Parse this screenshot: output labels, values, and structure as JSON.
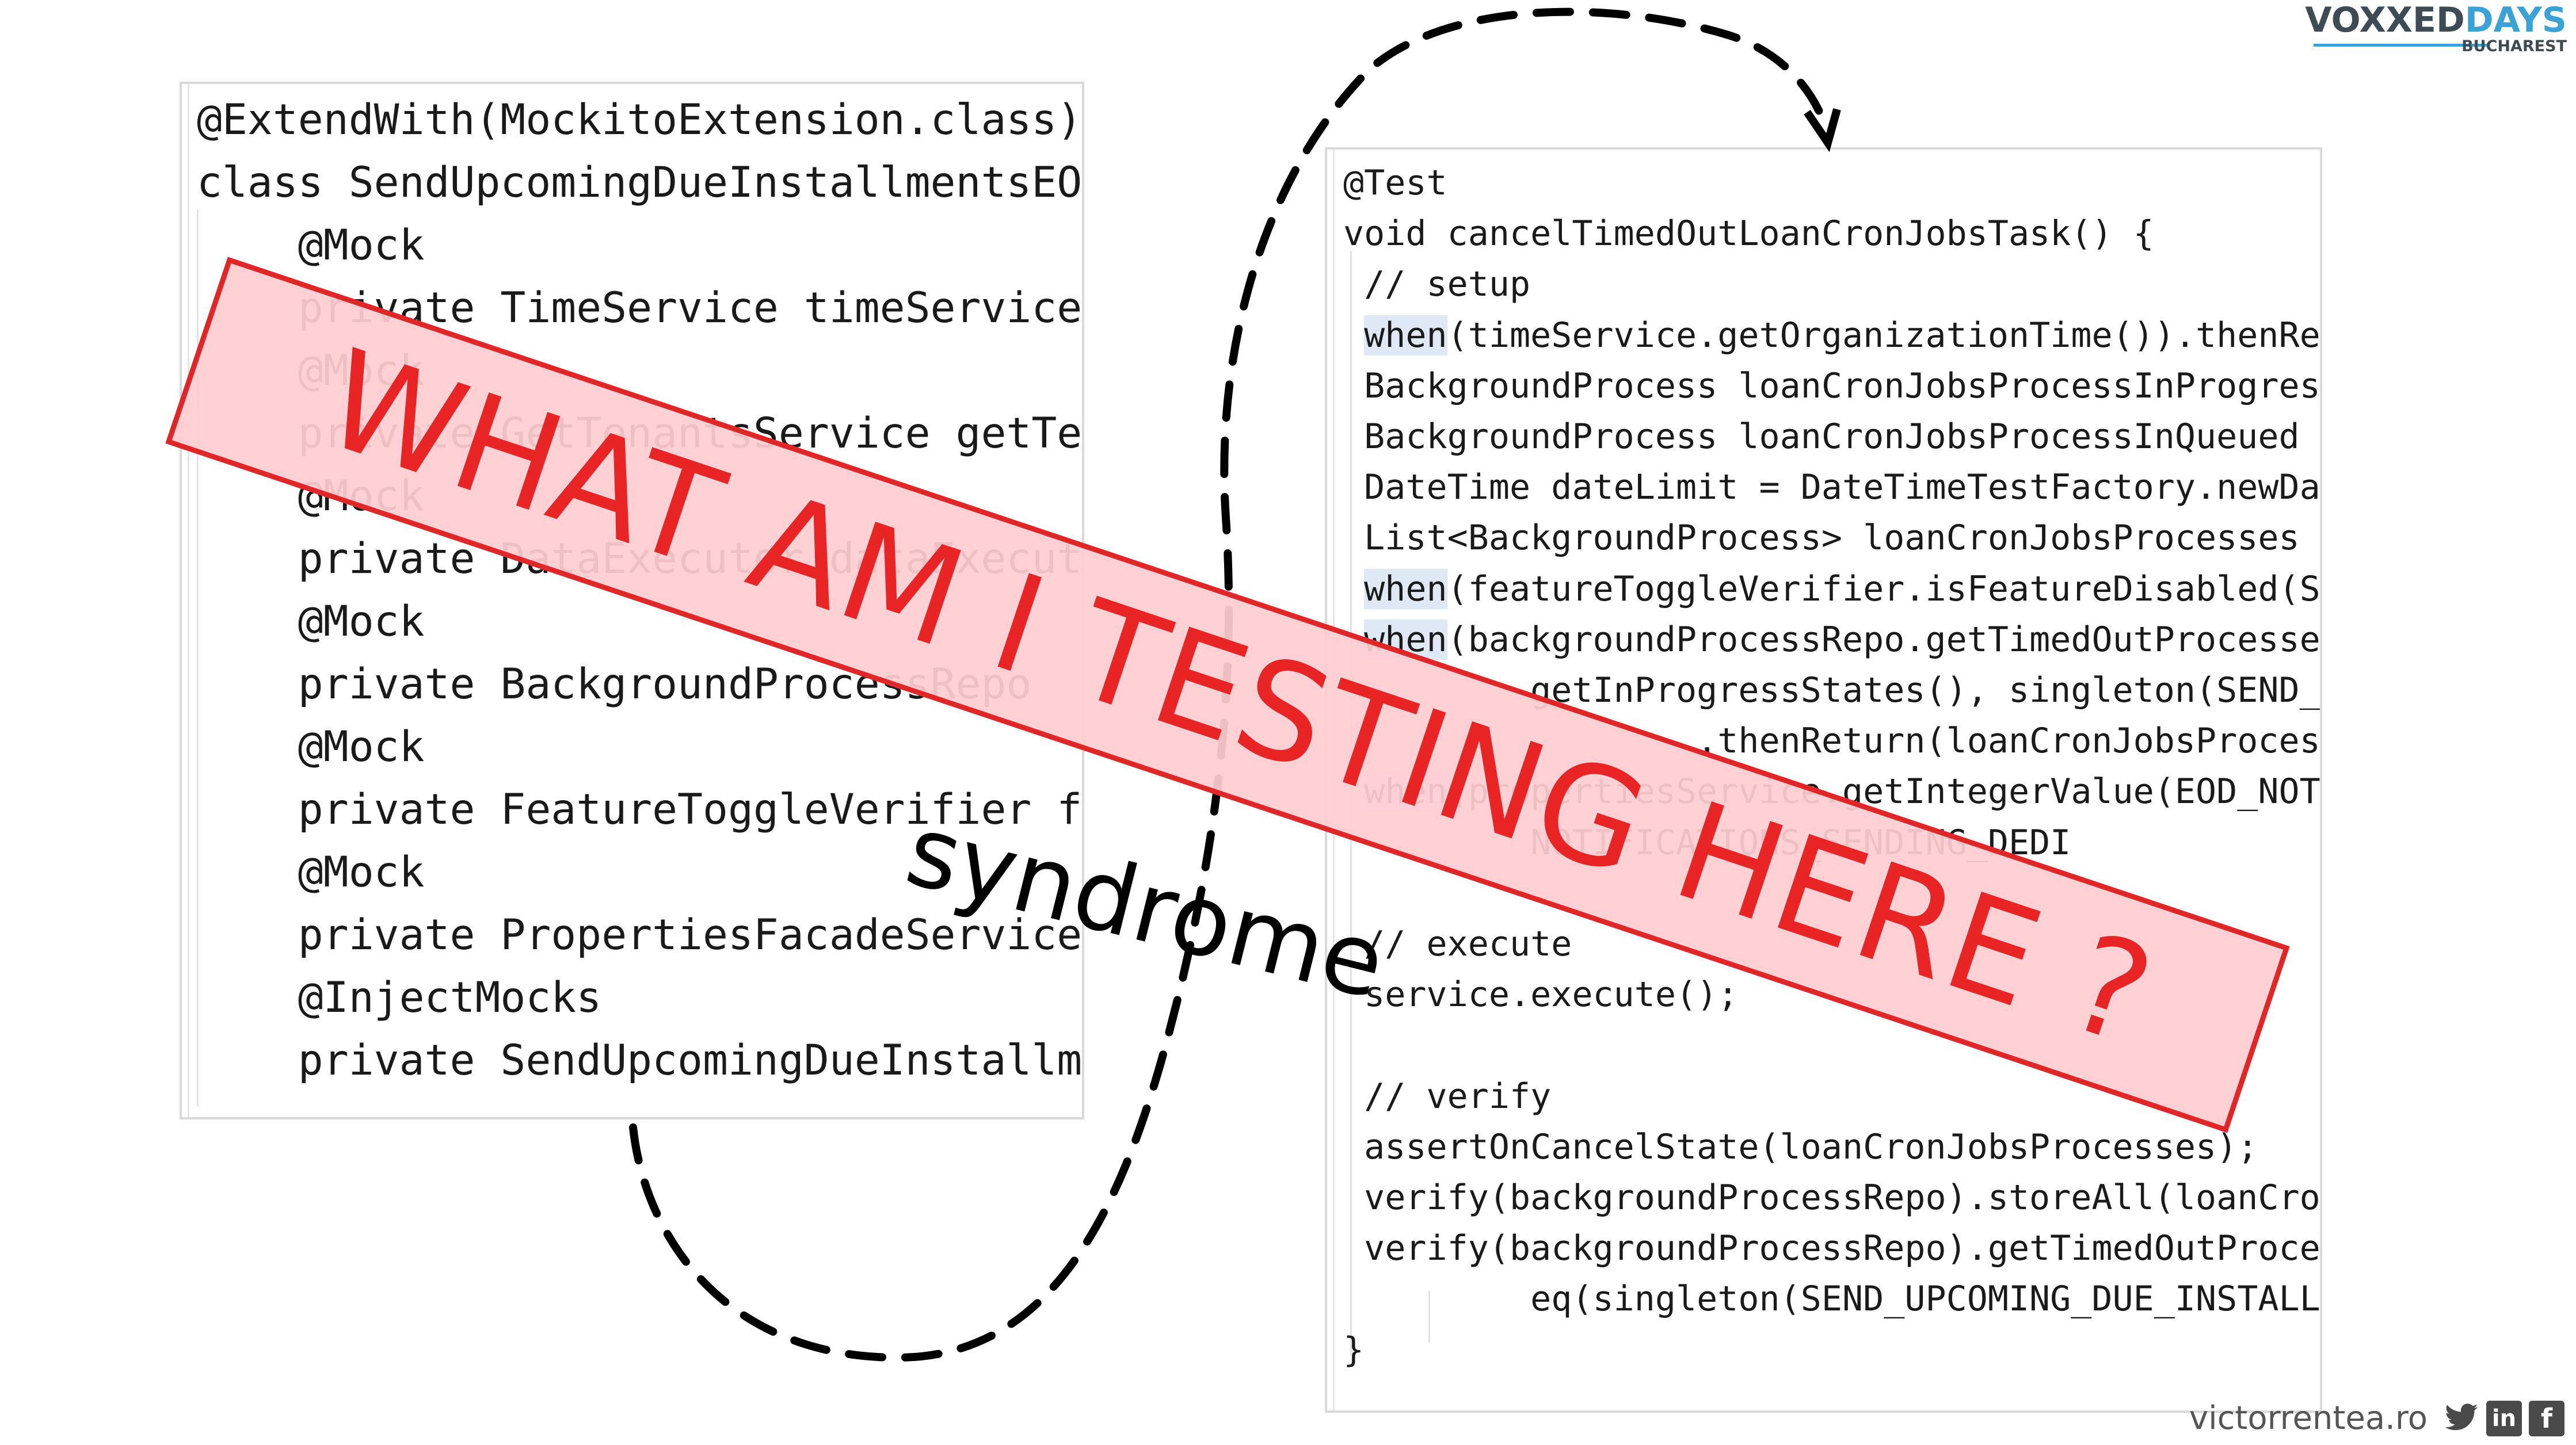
{
  "branding": {
    "voxxed": "VOXXED",
    "days": "DAYS",
    "city": "BUCHAREST"
  },
  "left_code": {
    "lines": [
      "@ExtendWith(MockitoExtension.class)",
      "class SendUpcomingDueInstallmentsEOD",
      "    @Mock",
      "    private TimeService timeService;",
      "    @Mock",
      "    private GetTenantsService getTenants",
      "    @Mock",
      "    private DataExecutor dataExecutor",
      "    @Mock",
      "    private BackgroundProcessRepo",
      "    @Mock",
      "    private FeatureToggleVerifier f",
      "    @Mock",
      "    private PropertiesFacadeService",
      "    @InjectMocks",
      "    private SendUpcomingDueInstallm"
    ]
  },
  "right_code": {
    "lines": [
      "@Test",
      "void cancelTimedOutLoanCronJobsTask() {",
      " // setup",
      " when(timeService.getOrganizationTime()).thenReturn",
      " BackgroundProcess loanCronJobsProcessInProgress",
      " BackgroundProcess loanCronJobsProcessInQueued =",
      " DateTime dateLimit = DateTimeTestFactory.newDate",
      " List<BackgroundProcess> loanCronJobsProcesses =",
      " when(featureToggleVerifier.isFeatureDisabled(SE",
      " when(backgroundProcessRepo.getTimedOutProcesses",
      "         getInProgressStates(), singleton(SEND_",
      "                 .thenReturn(loanCronJobsProces",
      " when(propertiesService.getIntegerValue(EOD_NOT",
      "         NOTIFICATIONS_SENDING_DEDI",
      "",
      " // execute",
      " service.execute();",
      "",
      " // verify",
      " assertOnCancelState(loanCronJobsProcesses);",
      " verify(backgroundProcessRepo).storeAll(loanCron",
      " verify(backgroundProcessRepo).getTimedOutProce",
      "         eq(singleton(SEND_UPCOMING_DUE_INSTALLI",
      "}"
    ]
  },
  "syndrome_label": "syndrome",
  "banner_text": "WHAT AM I TESTING HERE ?",
  "footer": {
    "site": "victorrentea.ro",
    "icons": [
      "twitter-icon",
      "linkedin-icon",
      "facebook-icon"
    ]
  },
  "colors": {
    "banner_border": "#e02626",
    "banner_fill": "#ffcdd2",
    "banner_text": "#e82424",
    "brand_blue": "#3aa2d6",
    "brand_dark": "#3d4b55",
    "keyword_highlight": "#dfe9f5"
  }
}
